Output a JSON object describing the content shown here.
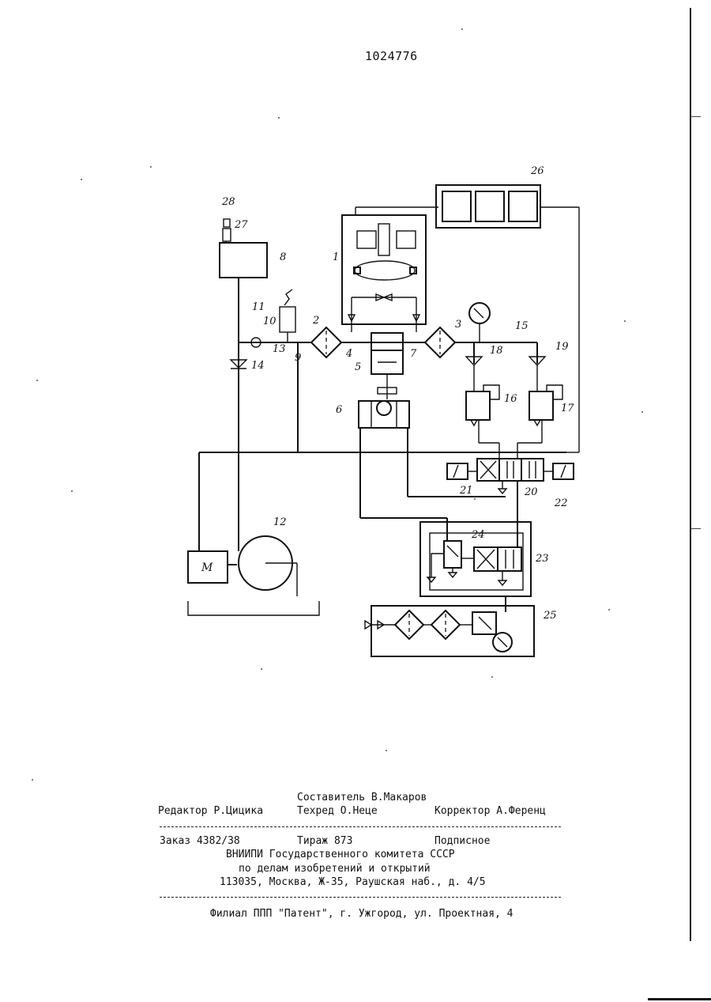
{
  "document": {
    "patent_number": "1024776"
  },
  "figure": {
    "labels": {
      "l1": "1",
      "l2": "2",
      "l3": "3",
      "l4": "4",
      "l5": "5",
      "l6": "6",
      "l7": "7",
      "l8": "8",
      "l9": "9",
      "l10": "10",
      "l11": "11",
      "l12": "12",
      "l13": "13",
      "l14": "14",
      "l15": "15",
      "l16": "16",
      "l17": "17",
      "l18": "18",
      "l19": "19",
      "l20": "20",
      "l21": "21",
      "l22": "22",
      "l23": "23",
      "l24": "24",
      "l25": "25",
      "l26": "26",
      "l27": "27",
      "l28": "28"
    },
    "motor_label": "M"
  },
  "imprint": {
    "compiler": "Составитель В.Макаров",
    "editor": "Редактор Р.Цицика",
    "techred": "Техред О.Неце",
    "corrector": "Корректор А.Ференц",
    "order": "Заказ 4382/38",
    "circulation": "Тираж 873",
    "subscription": "Подписное",
    "institute": "ВНИИПИ Государственного комитета СССР",
    "affairs": "по делам изобретений и открытий",
    "address": "113035, Москва, Ж-35, Раушская наб., д. 4/5",
    "branch": "Филиал ППП \"Патент\", г. Ужгород, ул. Проектная, 4"
  }
}
